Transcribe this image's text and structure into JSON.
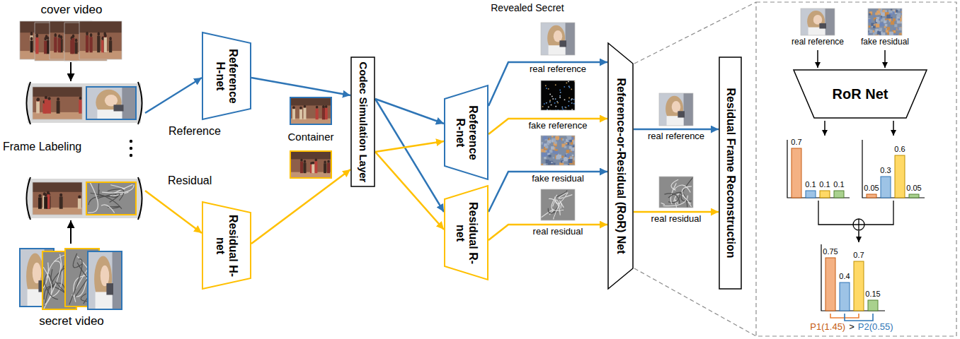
{
  "diagram": {
    "nodes": [
      {
        "text": [
          "cover video"
        ]
      },
      {
        "text": [
          "Reference"
        ]
      },
      {
        "text": [
          "Residual"
        ]
      },
      {
        "text": [
          "secret video"
        ]
      },
      {
        "text": [
          "Reference H-net"
        ]
      },
      {
        "text": [
          "Residual H-net"
        ]
      },
      {
        "text": [
          "Codec Simulation Layer"
        ]
      },
      {
        "text": [
          "Reference R-net"
        ]
      },
      {
        "text": [
          "Residual R-net"
        ]
      },
      {
        "text": [
          "Reference-or-Residual (RoR) Net"
        ]
      },
      {
        "text": [
          "Residual Frame Reconstruction"
        ]
      },
      {
        "text": [
          "RoR Net"
        ]
      }
    ],
    "edges": [
      {
        "from": 0,
        "to": 1,
        "arrow": "to"
      },
      {
        "from": 3,
        "to": 2,
        "arrow": "to"
      },
      {
        "from": 1,
        "to": 4,
        "arrow": "to"
      },
      {
        "from": 2,
        "to": 5,
        "arrow": "to"
      },
      {
        "from": 4,
        "to": 6,
        "arrow": "to"
      },
      {
        "from": 5,
        "to": 6,
        "arrow": "to"
      },
      {
        "from": 6,
        "to": 7,
        "arrow": "to"
      },
      {
        "from": 6,
        "to": 8,
        "arrow": "to"
      },
      {
        "from": 6,
        "to": 7,
        "arrow": "to"
      },
      {
        "from": 6,
        "to": 8,
        "arrow": "to"
      },
      {
        "from": 7,
        "to": 9,
        "label": "real reference",
        "arrow": "to"
      },
      {
        "from": 7,
        "to": 9,
        "label": "fake reference",
        "arrow": "to"
      },
      {
        "from": 8,
        "to": 9,
        "label": "fake residual",
        "arrow": "to"
      },
      {
        "from": 8,
        "to": 9,
        "label": "real residual",
        "arrow": "to"
      },
      {
        "from": 9,
        "to": 10,
        "label": "real reference",
        "arrow": "to"
      },
      {
        "from": 9,
        "to": 10,
        "label": "real residual",
        "arrow": "to"
      }
    ],
    "labels": [
      "Revealed Secret",
      "Frame Labeling",
      "Container",
      "real reference",
      "fake residual",
      "0.7",
      "0.1",
      "0.1",
      "0.1",
      "0.05",
      "0.3",
      "0.6",
      "0.05",
      "0.75",
      "0.4",
      "0.7",
      "0.15",
      "P1(1.45)",
      ">",
      "P2(0.55)"
    ]
  }
}
